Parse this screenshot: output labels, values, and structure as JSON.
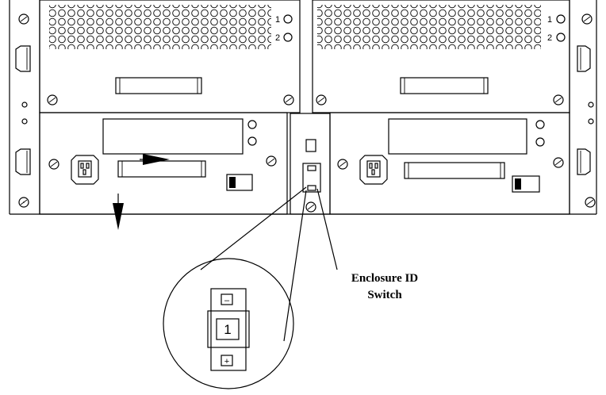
{
  "callout": {
    "line1": "Enclosure ID",
    "line2": "Switch"
  },
  "led_labels": {
    "led1": "1",
    "led2": "2"
  },
  "id_switch": {
    "minus_symbol": "–",
    "value": "1",
    "plus_symbol": "+"
  }
}
